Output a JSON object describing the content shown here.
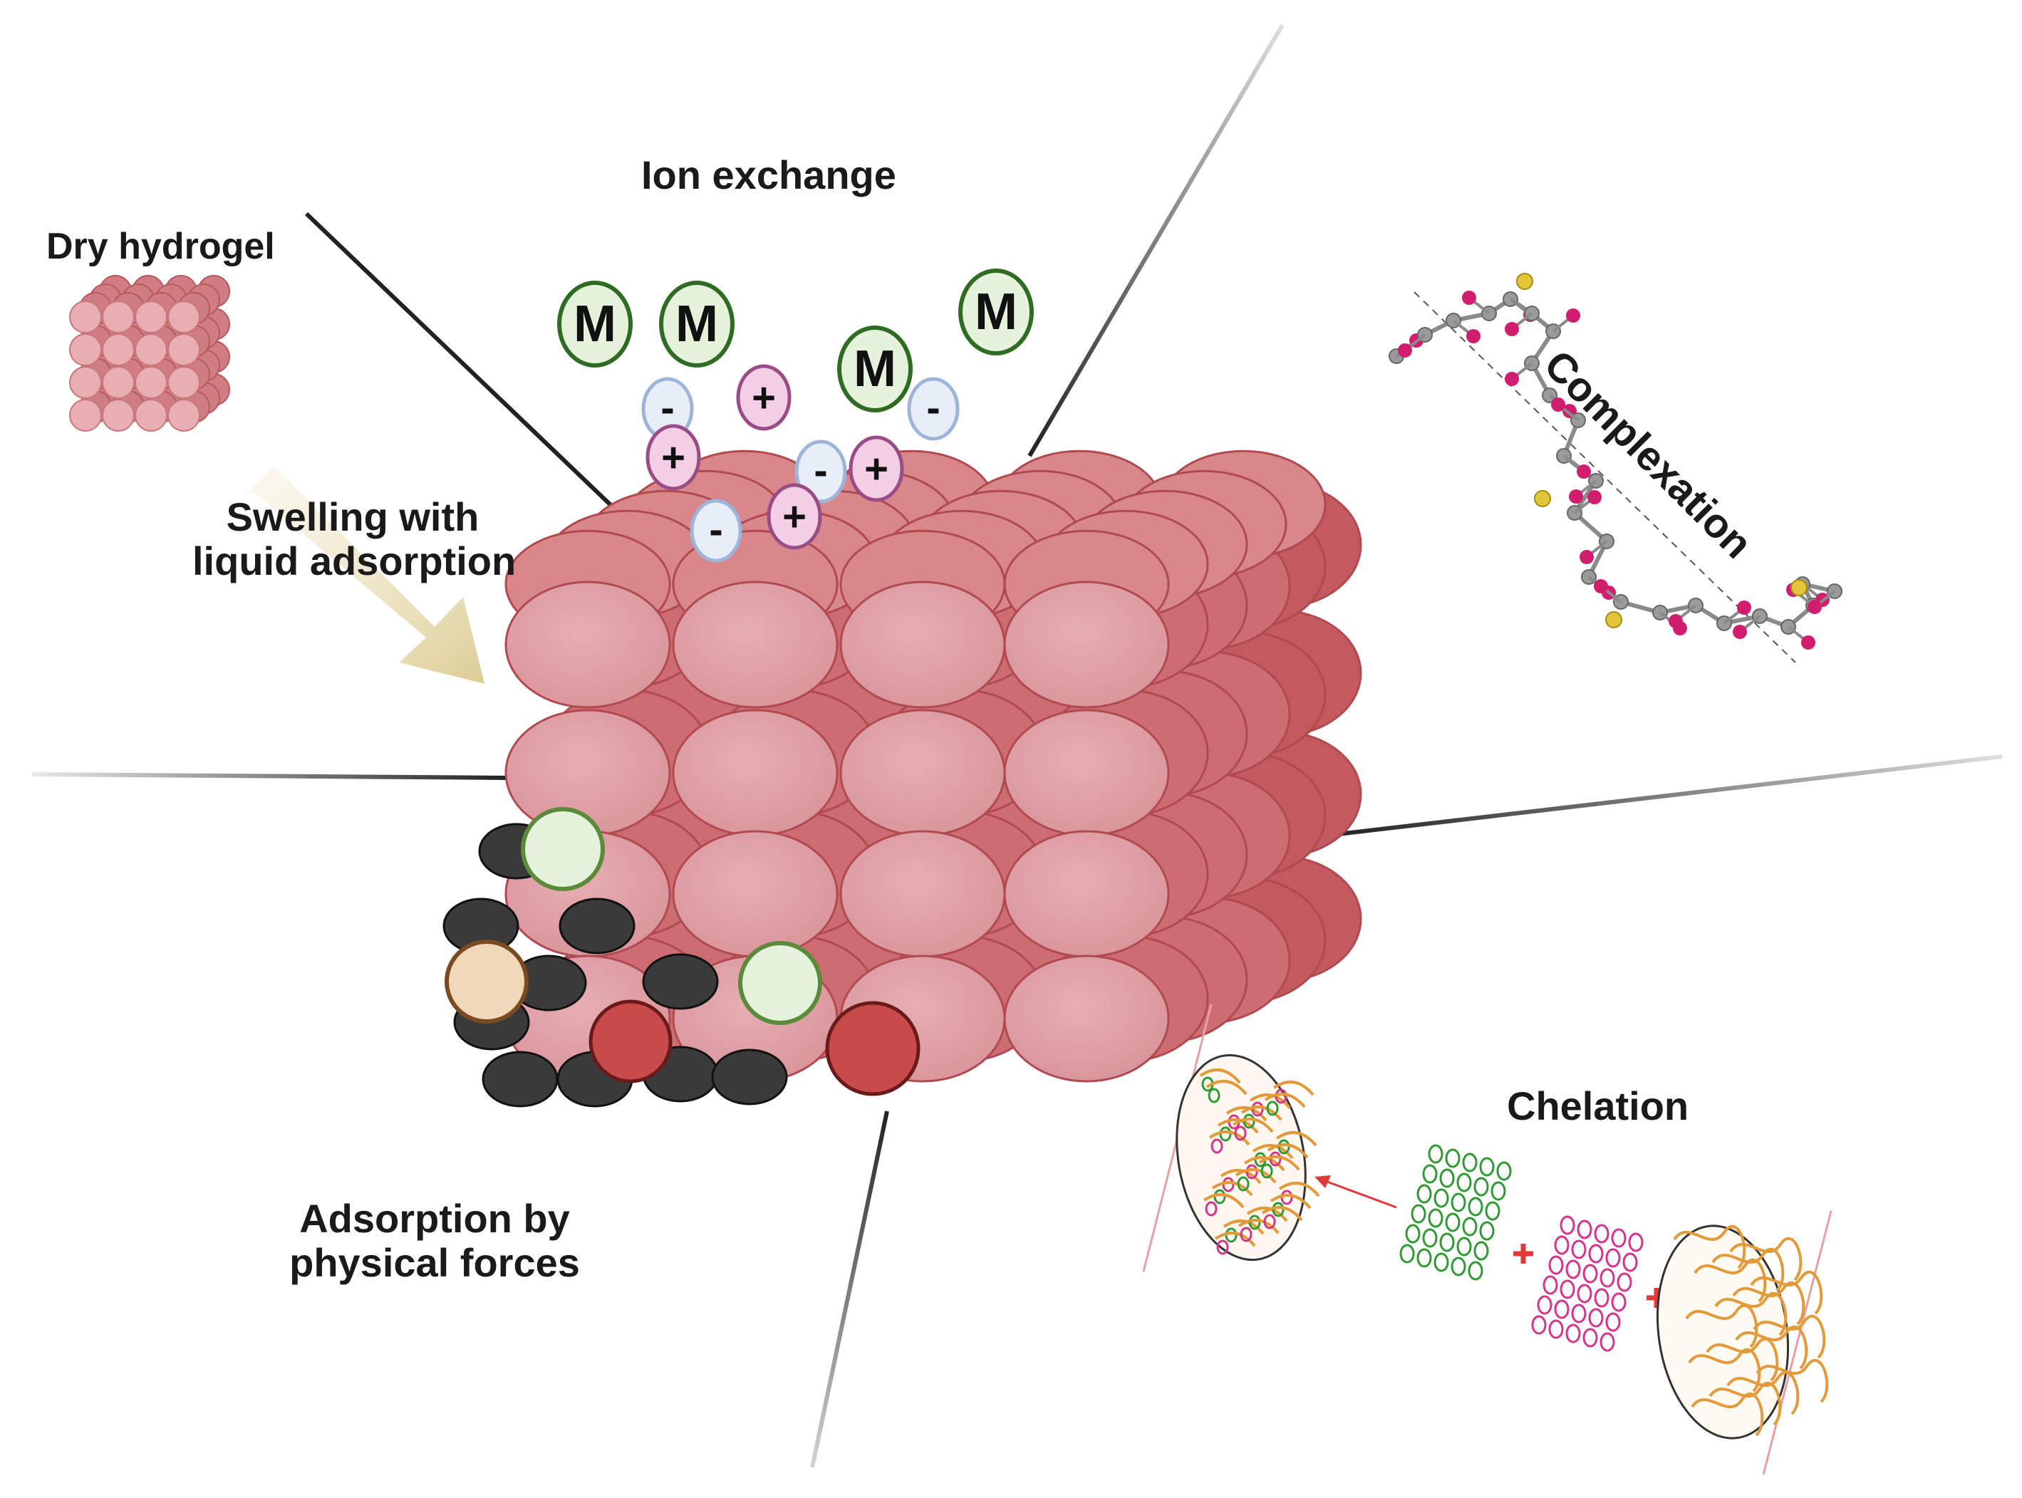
{
  "labels": {
    "ion_exchange": "Ion exchange",
    "dry_hydrogel": "Dry hydrogel",
    "swelling_line1": "Swelling with",
    "swelling_line2": "liquid adsorption",
    "complexation": "Complexation",
    "chelation": "Chelation",
    "adsorption_line1": "Adsorption by",
    "adsorption_line2": "physical forces"
  },
  "ions": {
    "metal": "M",
    "cation": "+",
    "anion": "-"
  },
  "colors": {
    "hydrogel_front": "#e0a3a6",
    "hydrogel_side": "#c65f63",
    "hydrogel_top": "#d47b7f",
    "hydrogel_stroke": "#b04a50",
    "metal_fill": "#e5f3dc",
    "metal_stroke": "#2f6b22",
    "cation_fill": "#f3cfe6",
    "cation_stroke": "#9a4c86",
    "anion_fill": "#e8eef8",
    "anion_stroke": "#9eb4d8",
    "pollutant_dark": "#3a3a3a",
    "pollutant_red": "#c84a4a",
    "pollutant_tan": "#f1d8b8",
    "pollutant_green": "#e6f3dc",
    "arrow": "#e8dcb0",
    "chelation_green": "#2f9a34",
    "chelation_pink": "#d6338a",
    "chelation_fiber": "#e29a3a",
    "molecule_pink": "#d11d6e",
    "molecule_gray": "#9a9a9a",
    "molecule_yellow": "#e3c53a"
  },
  "icons": {
    "dry_hydrogel": "cube-of-beads-icon",
    "swelling_arrow": "diagonal-arrow-icon",
    "molecule": "molecular-chain-icon",
    "chelation_panel": "chelation-mixing-icon"
  }
}
